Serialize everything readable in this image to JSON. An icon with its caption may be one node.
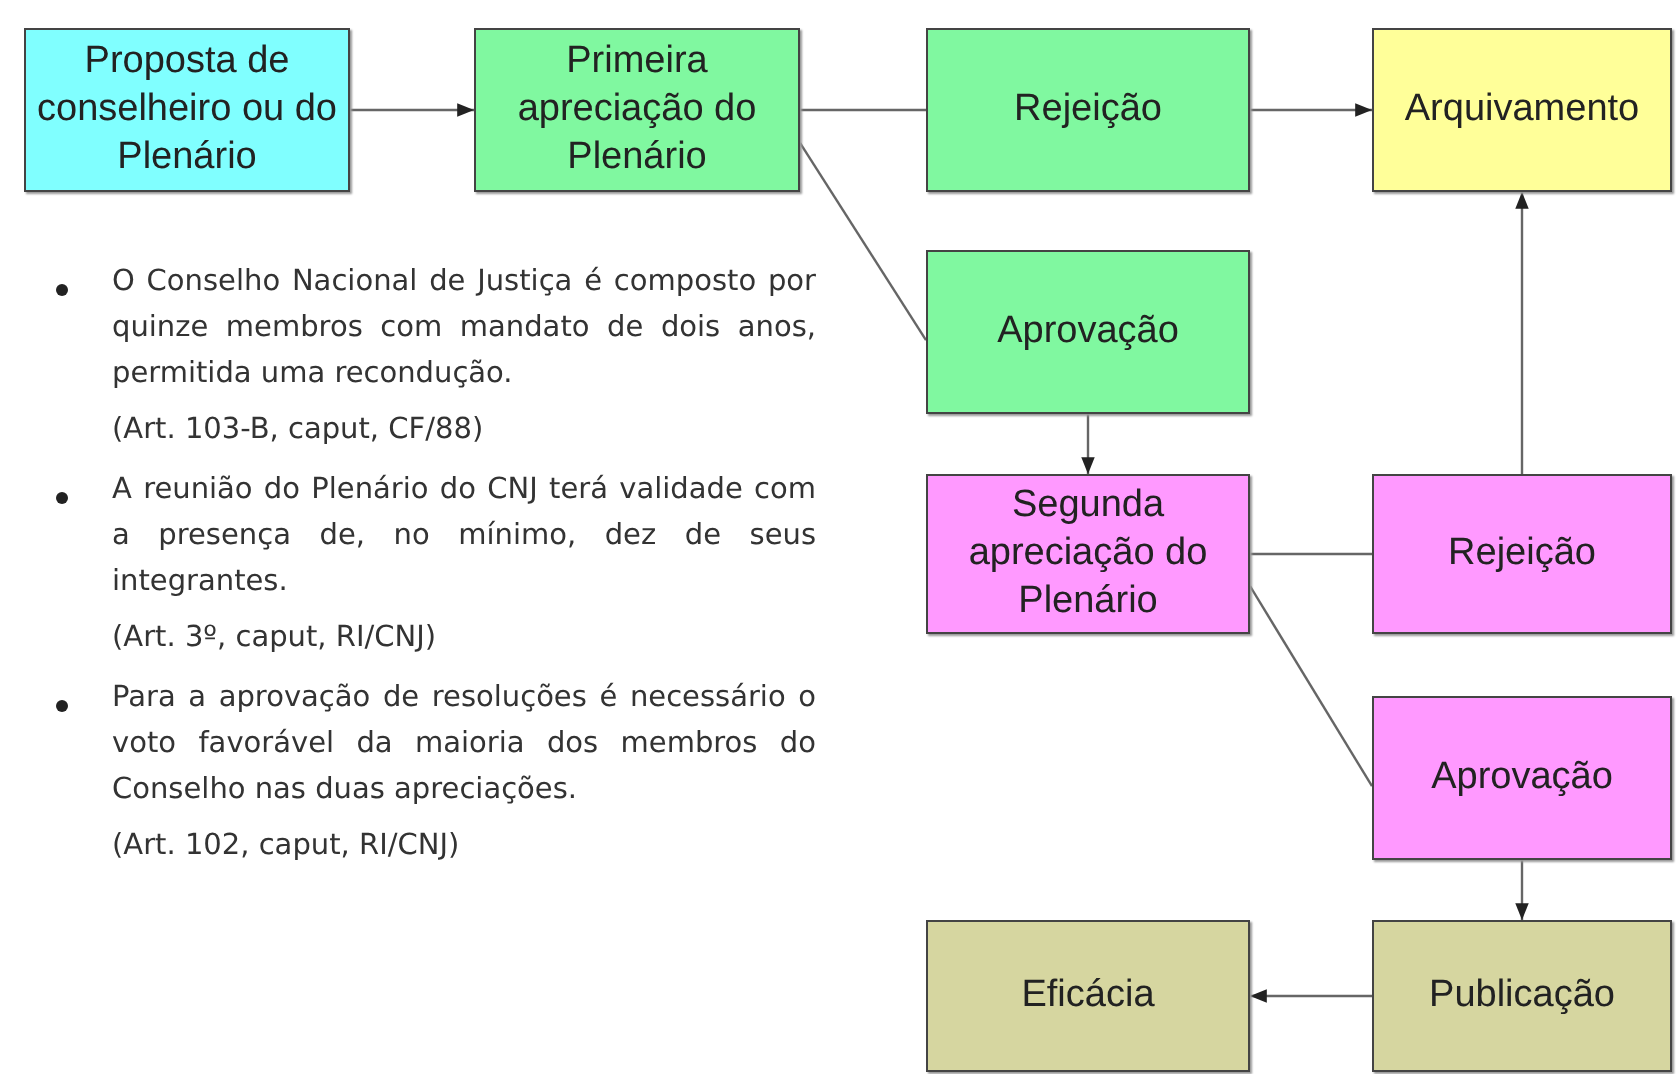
{
  "diagram": {
    "nodes": [
      {
        "text": [
          "Proposta de conselheiro ou do Plenário"
        ]
      },
      {
        "text": [
          "Primeira apreciação do Plenário"
        ]
      },
      {
        "text": [
          "Rejeição"
        ]
      },
      {
        "text": [
          "Arquivamento"
        ]
      },
      {
        "text": [
          "Aprovação"
        ]
      },
      {
        "text": [
          "Segunda apreciação do Plenário"
        ]
      },
      {
        "text": [
          "Rejeição"
        ]
      },
      {
        "text": [
          "Aprovação"
        ]
      },
      {
        "text": [
          "Eficácia"
        ]
      },
      {
        "text": [
          "Publicação"
        ]
      }
    ],
    "edges": [
      {
        "from": 0,
        "to": 1,
        "arrow": "to"
      },
      {
        "from": 1,
        "to": 2,
        "arrow": "none"
      },
      {
        "from": 1,
        "to": 4,
        "arrow": "none"
      },
      {
        "from": 2,
        "to": 3,
        "arrow": "to"
      },
      {
        "from": 4,
        "to": 5,
        "arrow": "to"
      },
      {
        "from": 5,
        "to": 6,
        "arrow": "none"
      },
      {
        "from": 6,
        "to": 3,
        "arrow": "to"
      },
      {
        "from": 5,
        "to": 7,
        "arrow": "none"
      },
      {
        "from": 7,
        "to": 9,
        "arrow": "to"
      },
      {
        "from": 9,
        "to": 8,
        "arrow": "to"
      }
    ],
    "labels": [
      "O Conselho Nacional de Justiça é composto por quinze membros com mandato de dois anos, permitida uma recondução.",
      "(Art. 103-B, caput, CF/88)",
      "A reunião do Plenário do CNJ terá validade com a presença de, no mínimo, dez de seus integrantes.",
      "(Art. 3º, caput, RI/CNJ)",
      "Para a aprovação de resoluções é necessário o voto favorável da maioria dos membros do Conselho nas duas apreciações.",
      "(Art. 102, caput, RI/CNJ)"
    ]
  }
}
